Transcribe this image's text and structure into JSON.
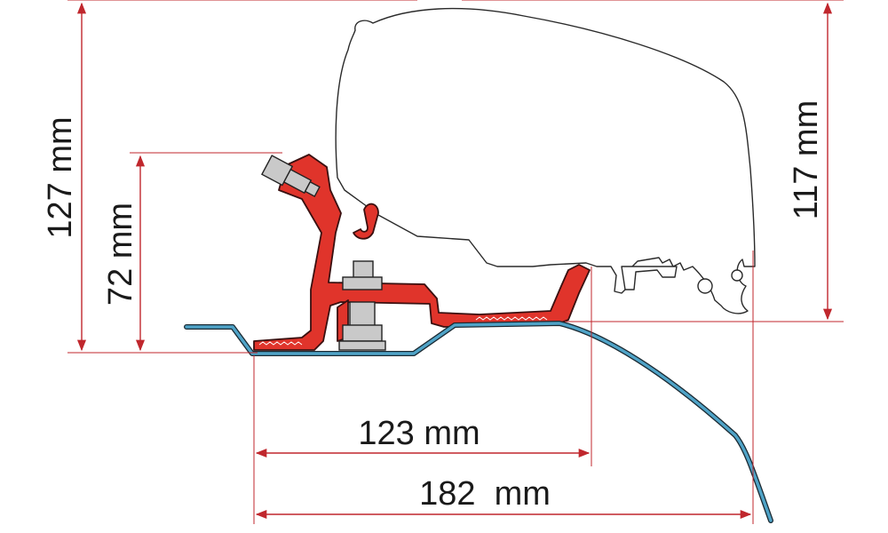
{
  "dimensions": {
    "height_total": "127 mm",
    "height_mount": "72 mm",
    "height_awning": "117 mm",
    "width_inner": "123 mm",
    "width_outer": "182  mm"
  },
  "colors": {
    "dimension_line": "#c0272d",
    "bracket": "#e0342b",
    "roof_profile": "#4fa3c7"
  }
}
